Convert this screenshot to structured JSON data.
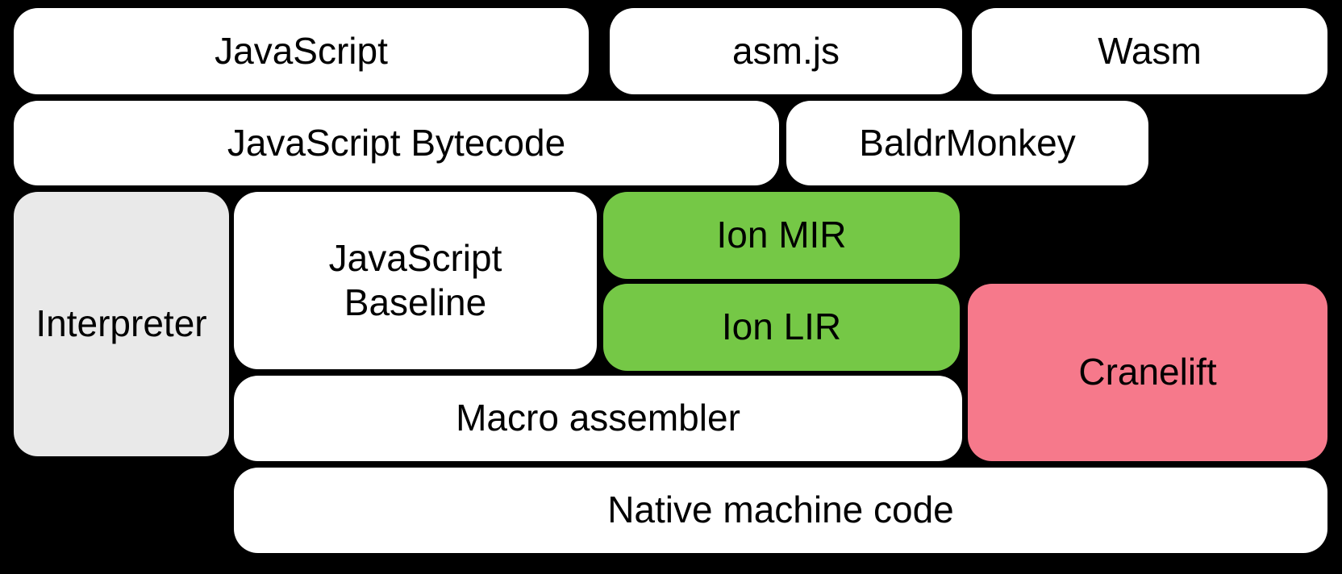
{
  "colors": {
    "background": "#000000",
    "node_white": "#FFFFFF",
    "node_gray": "#E9E9E9",
    "node_green": "#75C846",
    "node_pink": "#F6798B",
    "text": "#000000"
  },
  "nodes": {
    "javascript": {
      "label": "JavaScript",
      "color": "#FFFFFF"
    },
    "asmjs": {
      "label": "asm.js",
      "color": "#FFFFFF"
    },
    "wasm": {
      "label": "Wasm",
      "color": "#FFFFFF"
    },
    "javascript_bytecode": {
      "label": "JavaScript Bytecode",
      "color": "#FFFFFF"
    },
    "baldrmonkey": {
      "label": "BaldrMonkey",
      "color": "#FFFFFF"
    },
    "interpreter": {
      "label": "Interpreter",
      "color": "#E9E9E9"
    },
    "javascript_baseline": {
      "label": "JavaScript Baseline",
      "color": "#FFFFFF"
    },
    "ion_mir": {
      "label": "Ion MIR",
      "color": "#75C846"
    },
    "ion_lir": {
      "label": "Ion LIR",
      "color": "#75C846"
    },
    "cranelift": {
      "label": "Cranelift",
      "color": "#F6798B"
    },
    "macro_assembler": {
      "label": "Macro assembler",
      "color": "#FFFFFF"
    },
    "native_machine_code": {
      "label": "Native machine code",
      "color": "#FFFFFF"
    }
  }
}
